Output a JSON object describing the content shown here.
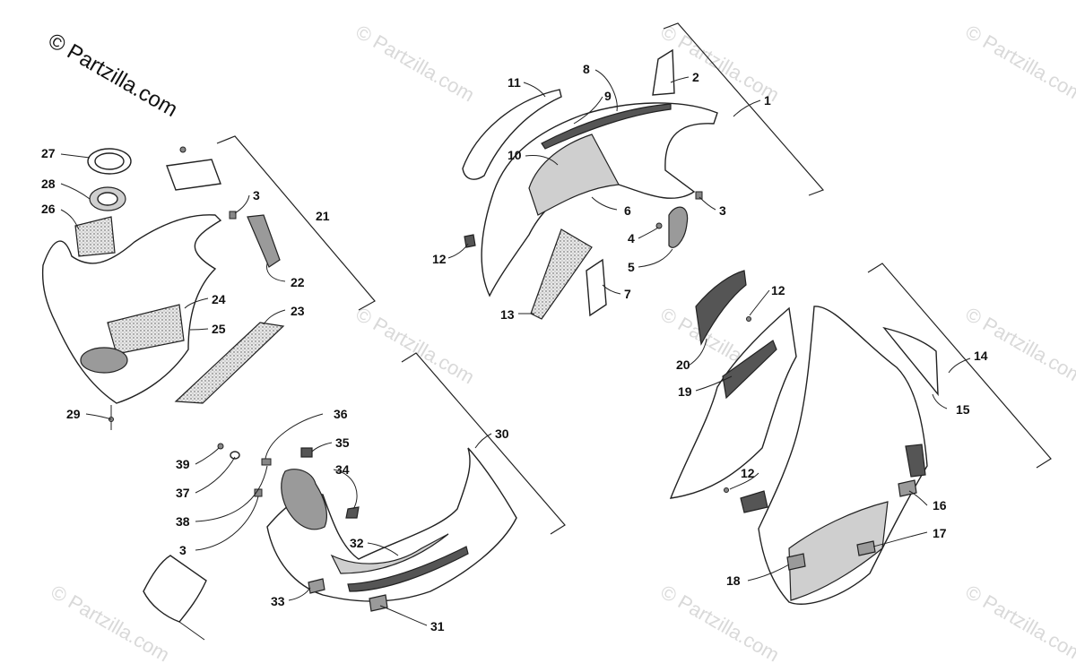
{
  "copyright_text": "© Partzilla.com",
  "watermark_text": "© Partzilla.com",
  "callouts": {
    "c1": "1",
    "c2": "2",
    "c3a": "3",
    "c3b": "3",
    "c3c": "3",
    "c4": "4",
    "c5": "5",
    "c6": "6",
    "c7": "7",
    "c8": "8",
    "c9": "9",
    "c10": "10",
    "c11": "11",
    "c12a": "12",
    "c12b": "12",
    "c12c": "12",
    "c13": "13",
    "c14": "14",
    "c15": "15",
    "c16": "16",
    "c17": "17",
    "c18": "18",
    "c19": "19",
    "c20": "20",
    "c21": "21",
    "c22": "22",
    "c23": "23",
    "c24": "24",
    "c25": "25",
    "c26": "26",
    "c27": "27",
    "c28": "28",
    "c29": "29",
    "c30": "30",
    "c31": "31",
    "c32": "32",
    "c33": "33",
    "c34": "34",
    "c35": "35",
    "c36": "36",
    "c37": "37",
    "c38": "38",
    "c39": "39"
  }
}
